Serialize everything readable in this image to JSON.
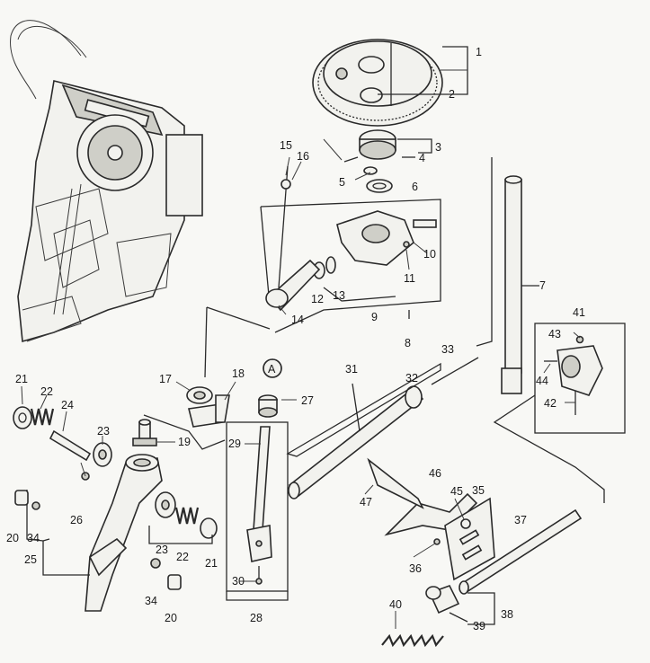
{
  "labels": [
    "1",
    "2",
    "3",
    "4",
    "5",
    "6",
    "7",
    "8",
    "9",
    "10",
    "11",
    "12",
    "13",
    "14",
    "15",
    "16",
    "17",
    "18",
    "19",
    "20",
    "20",
    "21",
    "21",
    "22",
    "22",
    "23",
    "23",
    "24",
    "25",
    "26",
    "27",
    "28",
    "29",
    "30",
    "31",
    "32",
    "33",
    "34",
    "34",
    "35",
    "36",
    "37",
    "38",
    "39",
    "40",
    "41",
    "42",
    "43",
    "44",
    "45",
    "46",
    "47",
    "A"
  ]
}
